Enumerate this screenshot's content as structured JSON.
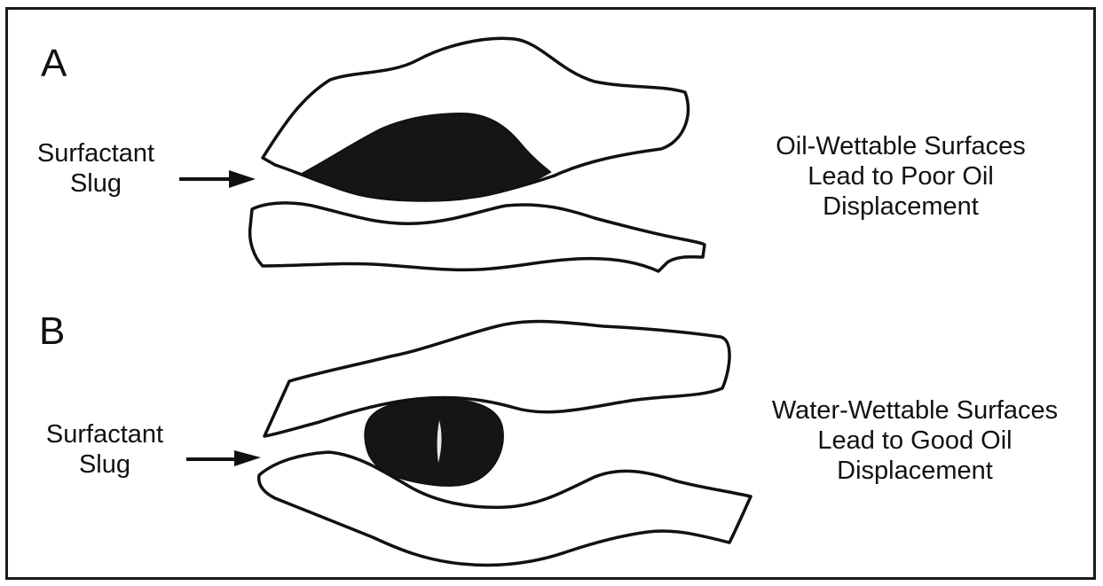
{
  "panels": [
    {
      "letter": "A",
      "label_lines": [
        "Surfactant",
        "Slug"
      ],
      "caption_lines": [
        "Oil-Wettable Surfaces",
        "Lead to Poor Oil",
        "Displacement"
      ]
    },
    {
      "letter": "B",
      "label_lines": [
        "Surfactant",
        "Slug"
      ],
      "caption_lines": [
        "Water-Wettable Surfaces",
        "Lead to Good Oil",
        "Displacement"
      ]
    }
  ],
  "colors": {
    "outline": "#111111",
    "oil": "#151515",
    "background": "#ffffff"
  }
}
